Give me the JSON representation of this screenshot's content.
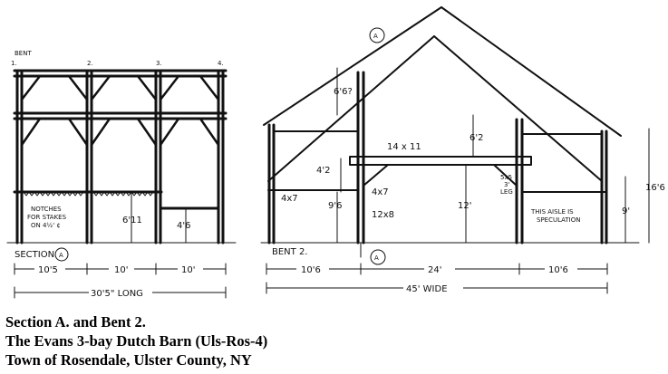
{
  "left_labels": {
    "bent": "BENT",
    "bent_numbers": [
      "1.",
      "2.",
      "3.",
      "4."
    ],
    "section": "SECTION",
    "section_marker": "A",
    "notes_lines": [
      "NOTCHES",
      "FOR STAKES",
      "ON 4½' ¢"
    ],
    "dims": [
      "6'11",
      "4'6"
    ],
    "bay_widths": [
      "10'5",
      "10'",
      "10'"
    ],
    "total_length": "30'5\" LONG"
  },
  "right_labels": {
    "top_marker": "A",
    "bottom_marker": "A",
    "bent_label": "BENT 2.",
    "dims": [
      "6'6?",
      "6'2",
      "14 x 11",
      "4'2",
      "4x7",
      "4x7",
      "9'6",
      "12x8",
      "12'",
      "5x5",
      "3'",
      "LEG",
      "16'6",
      "9'"
    ],
    "note_lines": [
      "THIS AISLE IS",
      "SPECULATION"
    ],
    "widths": [
      "10'6",
      "24'",
      "10'6"
    ],
    "total_width": "45' WIDE"
  },
  "caption": {
    "line1": "Section A. and Bent 2.",
    "line2": "The Evans 3-bay Dutch Barn (Uls-Ros-4)",
    "line3": "Town of Rosendale, Ulster County, NY"
  }
}
